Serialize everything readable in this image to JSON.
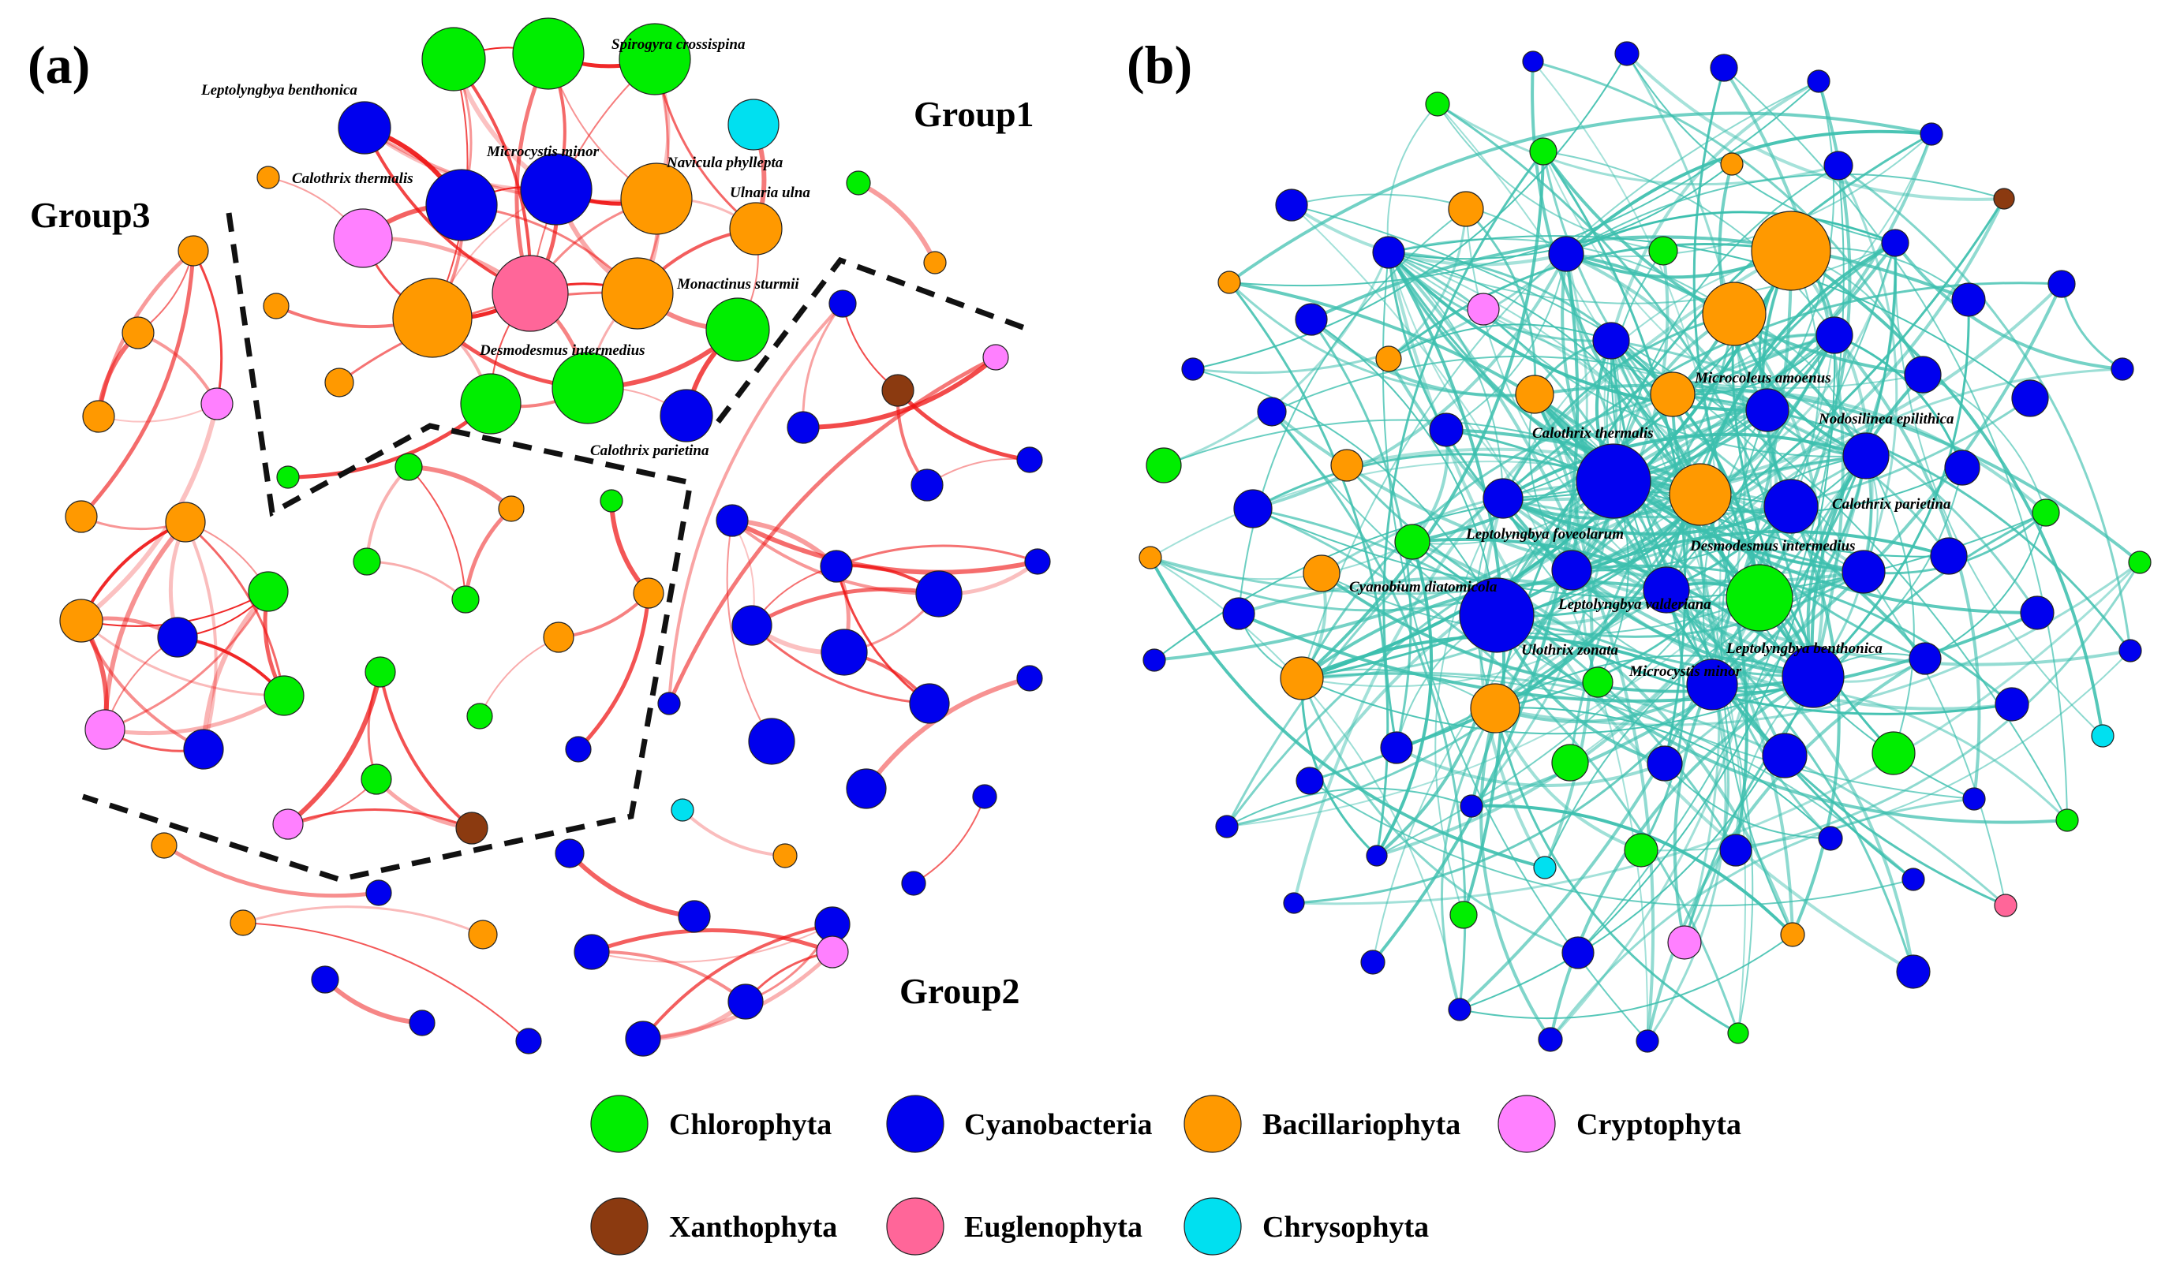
{
  "panels": {
    "a": {
      "label": "(a)"
    },
    "b": {
      "label": "(b)"
    }
  },
  "groups": {
    "group1": "Group1",
    "group2": "Group2",
    "group3": "Group3"
  },
  "colors": {
    "Chlorophyta": "#00ee00",
    "Cyanobacteria": "#0000ee",
    "Bacillariophyta": "#ff9900",
    "Cryptophyta": "#ff80ff",
    "Xanthophyta": "#8b3a10",
    "Euglenophyta": "#ff6699",
    "Chrysophyta": "#00e0f0",
    "edge_a": "#ee1111",
    "edge_b": "#3cbfae",
    "boundary": "#111111"
  },
  "node_labels_a": {
    "spirogyra": "Spirogyra crossispina",
    "lepto_benth": "Leptolyngbya benthonica",
    "microcystis": "Microcystis minor",
    "navicula": "Navicula phyllepta",
    "ulnaria": "Ulnaria ulna",
    "calothrix_th": "Calothrix thermalis",
    "monactinus": "Monactinus sturmii",
    "desmodesmus": "Desmodesmus intermedius",
    "calothrix_par": "Calothrix parietina"
  },
  "node_labels_b": {
    "microcoleus": "Microcoleus amoenus",
    "nodosilinea": "Nodosilinea epilithica",
    "calothrix_th": "Calothrix thermalis",
    "calothrix_par": "Calothrix parietina",
    "lepto_fov": "Leptolyngbya foveolarum",
    "desmodesmus": "Desmodesmus intermedius",
    "cyanobium": "Cyanobium diatomicola",
    "lepto_vald": "Leptolyngbya valderiana",
    "ulothrix": "Ulothrix zonata",
    "lepto_benth": "Leptolyngbya benthonica",
    "microcystis": "Microcystis minor"
  },
  "legend": [
    {
      "key": "Chlorophyta",
      "label": "Chlorophyta"
    },
    {
      "key": "Cyanobacteria",
      "label": "Cyanobacteria"
    },
    {
      "key": "Bacillariophyta",
      "label": "Bacillariophyta"
    },
    {
      "key": "Cryptophyta",
      "label": "Cryptophyta"
    },
    {
      "key": "Xanthophyta",
      "label": "Xanthophyta"
    },
    {
      "key": "Euglenophyta",
      "label": "Euglenophyta"
    },
    {
      "key": "Chrysophyta",
      "label": "Chrysophyta"
    }
  ]
}
